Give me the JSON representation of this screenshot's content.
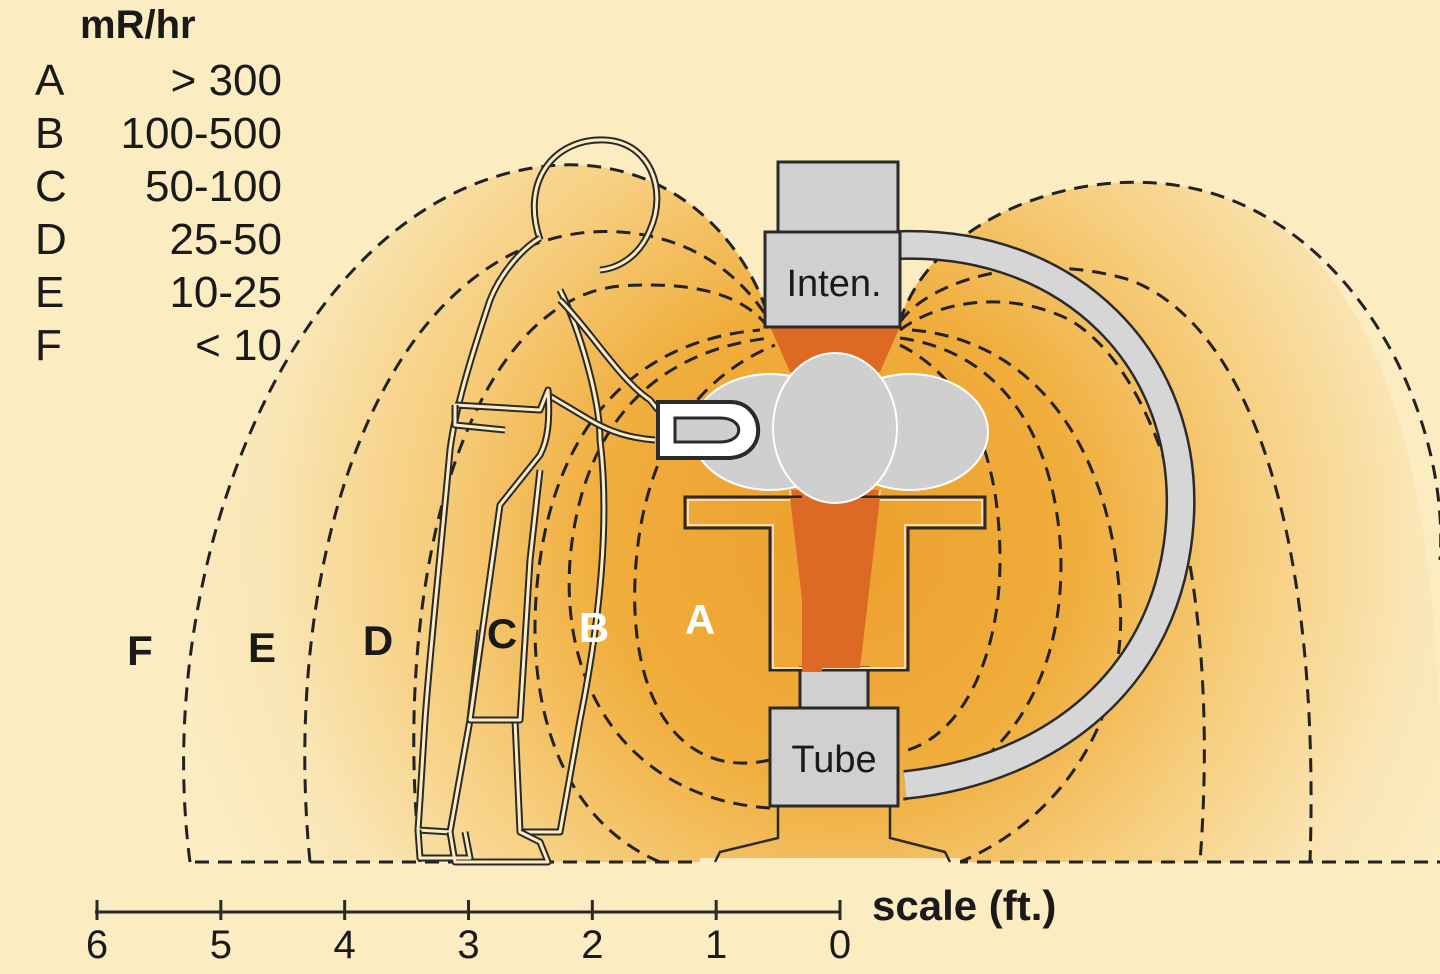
{
  "legend": {
    "title": "mR/hr",
    "rows": [
      {
        "letter": "A",
        "range": "> 300"
      },
      {
        "letter": "B",
        "range": "100-500"
      },
      {
        "letter": "C",
        "range": "50-100"
      },
      {
        "letter": "D",
        "range": "25-50"
      },
      {
        "letter": "E",
        "range": "10-25"
      },
      {
        "letter": "F",
        "range": "< 10"
      }
    ]
  },
  "zones": [
    {
      "letter": "F",
      "color": "#1a1a1a"
    },
    {
      "letter": "E",
      "color": "#1a1a1a"
    },
    {
      "letter": "D",
      "color": "#1a1a1a"
    },
    {
      "letter": "C",
      "color": "#1a1a1a"
    },
    {
      "letter": "B",
      "color": "#ffffff"
    },
    {
      "letter": "A",
      "color": "#ffffff"
    }
  ],
  "equipment": {
    "intensifier_label": "Inten.",
    "tube_label": "Tube"
  },
  "scale": {
    "title": "scale (ft.)",
    "ticks": [
      "6",
      "5",
      "4",
      "3",
      "2",
      "1",
      "0"
    ]
  },
  "colors": {
    "background": "#fbecc2",
    "beam": "#dd6a24",
    "zone_inner": "#ec9f2c",
    "equipment": "#d0d0d0"
  }
}
